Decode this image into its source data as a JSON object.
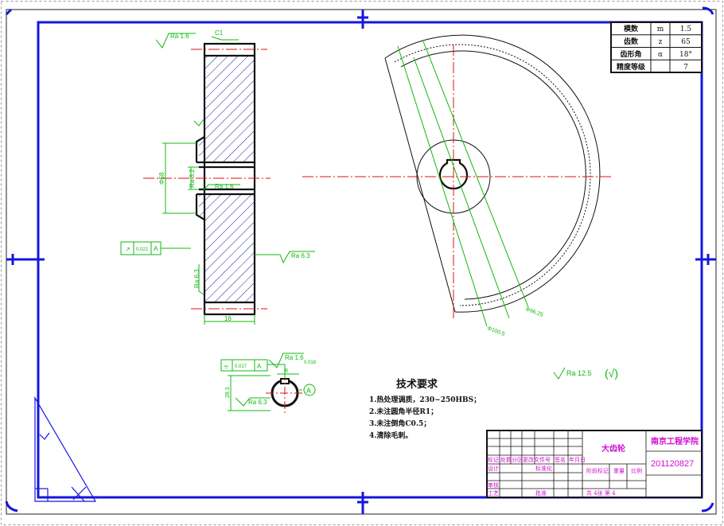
{
  "params_table": {
    "rows": [
      {
        "name": "模数",
        "sym": "m",
        "val": "1.5"
      },
      {
        "name": "齿数",
        "sym": "z",
        "val": "65"
      },
      {
        "name": "齿形角",
        "sym": "α",
        "val": "18°"
      },
      {
        "name": "精度等级",
        "sym": "",
        "val": "7"
      }
    ]
  },
  "section_view": {
    "roughness_top": "Ra 1.6",
    "chamfer": "C1",
    "roughness_bore_small": "Ra 3.2",
    "roughness_bore": "Ra 1.6",
    "roughness_face": "Ra 6.3",
    "roughness_left": "Ra 6.3",
    "dim_hub": "Φ58",
    "dim_width": "16",
    "tolerance_frame": {
      "symbol": "↗",
      "value": "0.022",
      "datum": "A"
    }
  },
  "front_view": {
    "dim_outer": "Φ100.5",
    "dim_root": "Φ96.25"
  },
  "keyway_view": {
    "tolerance_frame": {
      "symbol": "⌯",
      "value": "0.017",
      "datum": "A"
    },
    "roughness_top": "Ra 1.6",
    "roughness_side": "Ra 6.3",
    "dim_small": "0.018",
    "dim_keyway": "28.3",
    "dim_width": "8",
    "datum": "A"
  },
  "other_roughness": {
    "value": "Ra 12.5",
    "mark": "(√)"
  },
  "tech_requirements": {
    "title": "技术要求",
    "items": [
      "1.热处理调质，230~250HBS；",
      "2.未注圆角半径R1；",
      "3.未注倒角C0.5；",
      "4.清除毛刺。"
    ]
  },
  "title_block": {
    "part_name": "大齿轮",
    "school": "南京工程学院",
    "drawing_no": "201120827",
    "labels": [
      "标记",
      "处数",
      "分区",
      "更改文件号",
      "签名",
      "年月日"
    ],
    "design": "设计",
    "standard": "标准化",
    "stage": "阶段标记",
    "weight": "重量",
    "scale": "比例",
    "check": "审核",
    "process": "工艺",
    "approve": "批准",
    "sheets": "共 4张 第 4"
  }
}
